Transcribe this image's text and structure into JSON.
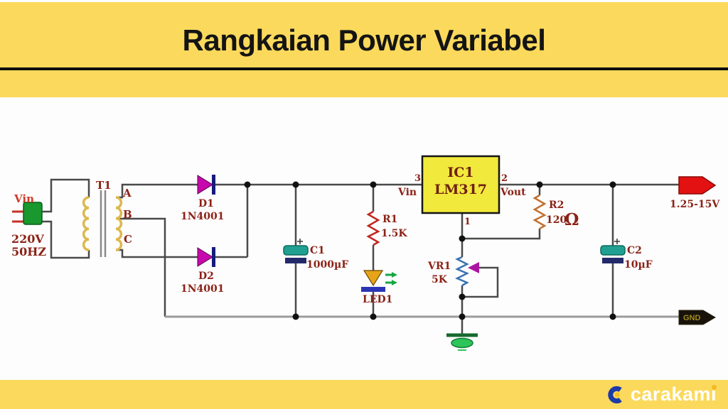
{
  "header": {
    "title": "Rangkaian Power Variabel"
  },
  "footer": {
    "brand": "carakami"
  },
  "colors": {
    "band_yellow": "#fbd95c",
    "content_white": "#fdfdfd",
    "title_black": "#141414",
    "label_dark_red": "#8b2217",
    "ic_fill_yellow": "#f1e93b",
    "diode_magenta": "#c708ac",
    "cathode_navy": "#161c7a",
    "capacitor_teal": "#20a090",
    "resistor_red": "#c02820",
    "resistor_orange": "#c2702e",
    "pot_blue": "#3a72b0",
    "led_amber": "#e8a418",
    "led_arrow_green": "#17a544",
    "connector_green": "#18982e",
    "output_red": "#e31112",
    "ground_green": "#2dc55a",
    "logo_blue": "#1c3aa8"
  },
  "circuit": {
    "source": {
      "label": "Vin",
      "voltage": "220V",
      "frequency": "50HZ"
    },
    "transformer": {
      "label": "T1",
      "taps": [
        "A",
        "B",
        "C"
      ]
    },
    "diodes": [
      {
        "label": "D1",
        "part": "1N4001"
      },
      {
        "label": "D2",
        "part": "1N4001"
      }
    ],
    "capacitors": [
      {
        "label": "C1",
        "value": "1000µF"
      },
      {
        "label": "C2",
        "value": "10µF"
      }
    ],
    "resistors": [
      {
        "label": "R1",
        "value": "1.5K"
      },
      {
        "label": "R2",
        "value": "120",
        "unit": "Ω"
      }
    ],
    "led": {
      "label": "LED1"
    },
    "potentiometer": {
      "label": "VR1",
      "value": "5K"
    },
    "ic": {
      "label": "IC1",
      "part": "LM317",
      "pins": {
        "input_num": "3",
        "input_name": "Vin",
        "output_num": "2",
        "output_name": "Vout",
        "adjust_num": "1"
      }
    },
    "outputs": {
      "positive": "1.25-15V",
      "ground": "GND"
    }
  }
}
